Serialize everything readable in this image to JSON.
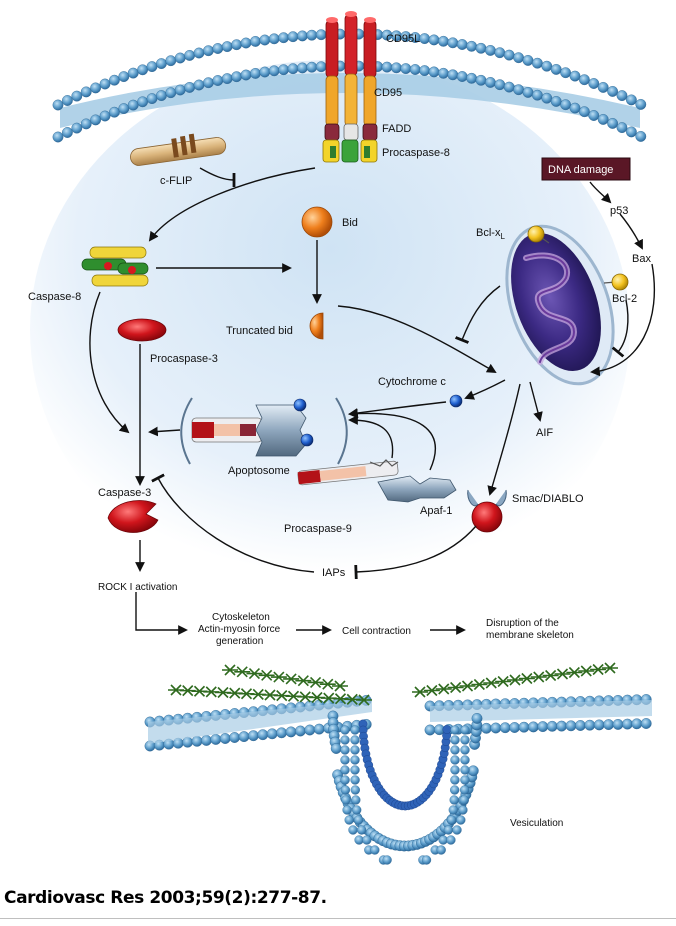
{
  "labels": {
    "cd95l": "CD95L",
    "cd95": "CD95",
    "fadd": "FADD",
    "procaspase8": "Procaspase-8",
    "cflip": "c-FLIP",
    "dna_damage": "DNA damage",
    "p53": "p53",
    "bid": "Bid",
    "bclxl_main": "Bcl-x",
    "bclxl_sub": "L",
    "bax": "Bax",
    "caspase8": "Caspase-8",
    "bcl2": "Bcl-2",
    "truncated_bid": "Truncated bid",
    "procaspase3": "Procaspase-3",
    "cytochrome_c": "Cytochrome c",
    "aif": "AIF",
    "apoptosome": "Apoptosome",
    "apaf1": "Apaf-1",
    "caspase3": "Caspase-3",
    "smac": "Smac/DIABLO",
    "procaspase9": "Procaspase-9",
    "iaps": "IAPs",
    "rock": "ROCK I activation",
    "cyto_1": "Cytoskeleton",
    "cyto_2": "Actin-myosin force",
    "cyto_3": "generation",
    "cell_contraction": "Cell contraction",
    "disruption_1": "Disruption of the",
    "disruption_2": "membrane skeleton",
    "vesiculation": "Vesiculation"
  },
  "citation": "Cardiovasc Res 2003;59(2):277-87.",
  "colors": {
    "cell_fill": "#dcebf7",
    "membrane_bead": "#4d8fc0",
    "membrane_tail": "#9cc6e2",
    "mitochondrion": "#3f2d86",
    "caspase_red": "#c4141a",
    "bid_orange": "#e8781a",
    "bcl_yellow": "#f2c21e",
    "dna_box": "#5a1726",
    "actin_green": "#2f6a1f"
  }
}
